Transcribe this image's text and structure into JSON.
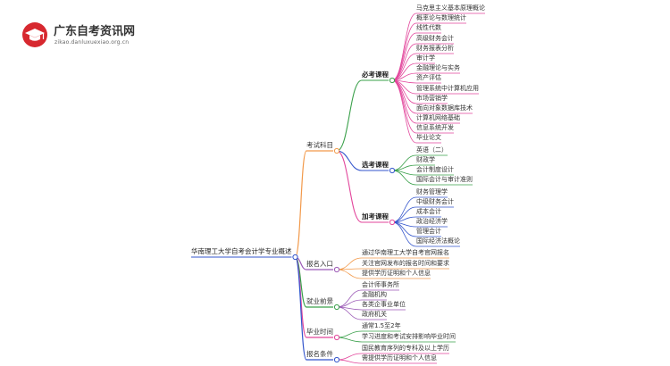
{
  "site": {
    "name": "广东自考资讯网",
    "url": "zikao.danluxuexiao.org.cn",
    "logo_icon": "graduation-cap-icon",
    "logo_color": "#d7282f"
  },
  "mindmap": {
    "root": "华南理工大学自考会计学专业概述",
    "branches": [
      {
        "label": "考试科目",
        "color": "#f2994a",
        "groups": [
          {
            "label": "必考课程",
            "color": "#3aa04a",
            "leaf_color": "#e2459b",
            "items": [
              "马克思主义基本原理概论",
              "概率论与数理统计",
              "线性代数",
              "高级财务会计",
              "财务报表分析",
              "审计学",
              "金融理论与实务",
              "资产评估",
              "管理系统中计算机应用",
              "市场营销学",
              "面向对象数据库技术",
              "计算机网络基础",
              "信息系统开发",
              "毕业论文"
            ]
          },
          {
            "label": "选考课程",
            "color": "#3355cc",
            "leaf_color": "#3aa04a",
            "items": [
              "英语（二）",
              "财政学",
              "会计制度设计",
              "国际会计与审计准则"
            ]
          },
          {
            "label": "加考课程",
            "color": "#e2459b",
            "leaf_color": "#3355cc",
            "items": [
              "财务管理学",
              "中级财务会计",
              "成本会计",
              "政治经济学",
              "管理会计",
              "国际经济法概论"
            ]
          }
        ]
      },
      {
        "label": "报名入口",
        "color": "#9b59b6",
        "leaf_color": "#f2994a",
        "items": [
          "通过华南理工大学自考官网报名",
          "关注官网发布的报名时间和要求",
          "提供学历证明和个人信息"
        ]
      },
      {
        "label": "就业前景",
        "color": "#3aa04a",
        "leaf_color": "#9b59b6",
        "items": [
          "会计师事务所",
          "金融机构",
          "各类企事业单位",
          "政府机关"
        ]
      },
      {
        "label": "毕业时间",
        "color": "#e2459b",
        "leaf_color": "#3aa04a",
        "items": [
          "通常1.5至2年",
          "学习进度和考试安排影响毕业时间"
        ]
      },
      {
        "label": "报名条件",
        "color": "#3355cc",
        "leaf_color": "#e2459b",
        "items": [
          "国民教育序列的专科及以上学历",
          "需提供学历证明和个人信息"
        ]
      }
    ]
  }
}
